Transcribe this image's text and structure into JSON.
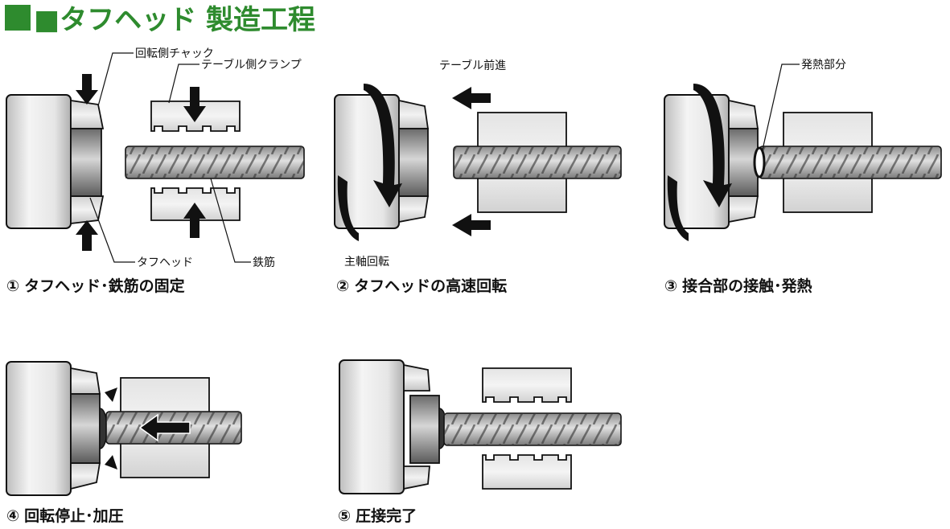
{
  "title": "■タフヘッド 製造工程",
  "labels": {
    "rotating_chuck": "回転側チャック",
    "table_clamp": "テーブル側クランプ",
    "tuff_head": "タフヘッド",
    "rebar": "鉄筋",
    "table_advance": "テーブル前進",
    "spindle_rotation": "主軸回転",
    "heated_part": "発熱部分"
  },
  "steps": [
    {
      "number": "①",
      "caption": "タフヘッド･鉄筋の固定"
    },
    {
      "number": "②",
      "caption": "タフヘッドの高速回転"
    },
    {
      "number": "③",
      "caption": "接合部の接触･発熱"
    },
    {
      "number": "④",
      "caption": "回転停止･加圧"
    },
    {
      "number": "⑤",
      "caption": "圧接完了"
    }
  ],
  "colors": {
    "title": "#2e8b2e",
    "ink": "#111111",
    "metal_light": "#f2f2f2",
    "metal_dark": "#9a9a9a"
  }
}
